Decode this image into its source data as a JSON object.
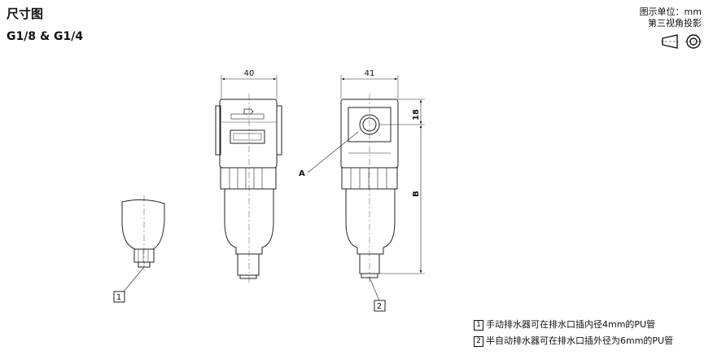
{
  "title": "尺寸图",
  "subtitle": "G1/8 & G1/4",
  "units_line1": "图示单位：mm",
  "units_line2": "第三视角投影",
  "projection_icon": "third-angle-projection-icon",
  "dims": {
    "width_front": "40",
    "width_side": "41",
    "top_offset": "18",
    "height": "B"
  },
  "callouts": {
    "a": "A",
    "c1": "1",
    "c2": "2"
  },
  "notes": [
    {
      "num": "1",
      "text": "手动排水器可在排水口插内径4mm的PU管"
    },
    {
      "num": "2",
      "text": "半自动排水器可在排水口插外径为6mm的PU管"
    }
  ]
}
